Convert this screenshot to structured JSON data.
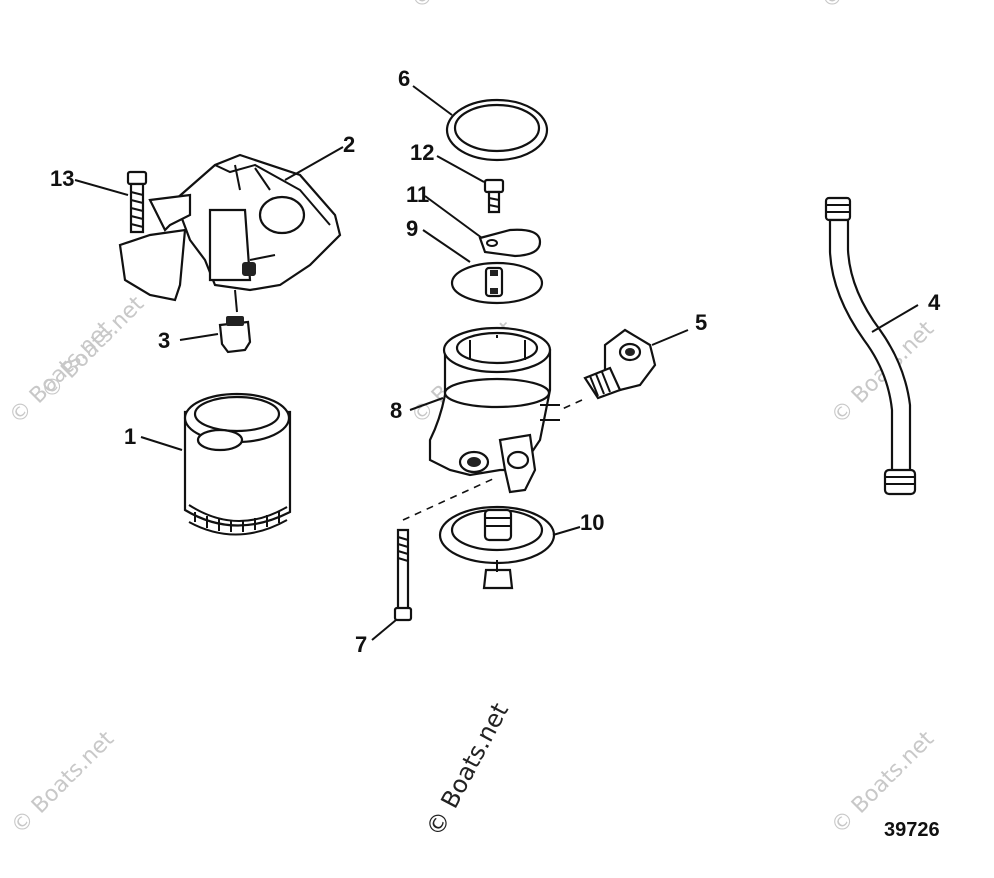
{
  "diagram": {
    "figure_number": "39726",
    "callouts": [
      {
        "id": "1",
        "label": "1"
      },
      {
        "id": "2",
        "label": "2"
      },
      {
        "id": "3",
        "label": "3"
      },
      {
        "id": "4",
        "label": "4"
      },
      {
        "id": "5",
        "label": "5"
      },
      {
        "id": "6",
        "label": "6"
      },
      {
        "id": "7",
        "label": "7"
      },
      {
        "id": "8",
        "label": "8"
      },
      {
        "id": "9",
        "label": "9"
      },
      {
        "id": "10",
        "label": "10"
      },
      {
        "id": "11",
        "label": "11"
      },
      {
        "id": "12",
        "label": "12"
      },
      {
        "id": "13",
        "label": "13"
      }
    ]
  },
  "watermarks": {
    "main": "© Boats.net",
    "small": "© Boats.net"
  }
}
